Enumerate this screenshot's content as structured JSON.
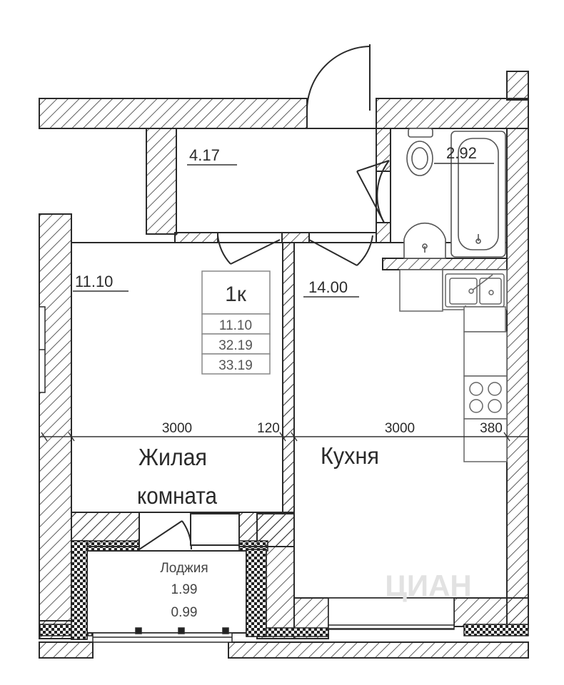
{
  "rooms": {
    "hall_area": "4.17",
    "bathroom_area": "2.92",
    "living_area": "11.10",
    "kitchen_area": "14.00",
    "living_name_line1": "Жилая",
    "living_name_line2": "комната",
    "kitchen_name": "Кухня"
  },
  "info_box": {
    "type": "1к",
    "living": "11.10",
    "total": "32.19",
    "total_with_loggia": "33.19"
  },
  "dimensions": {
    "living_width": "3000",
    "wall_mid": "120",
    "kitchen_width": "3000",
    "wall_right": "380"
  },
  "loggia": {
    "name": "Лоджия",
    "area": "1.99",
    "reduced_area": "0.99"
  },
  "watermark": "ЦИАН",
  "colors": {
    "line": "#2a2a2a",
    "fixture": "#666666",
    "hatch": "#333333",
    "watermark": "#e2e2e2"
  }
}
